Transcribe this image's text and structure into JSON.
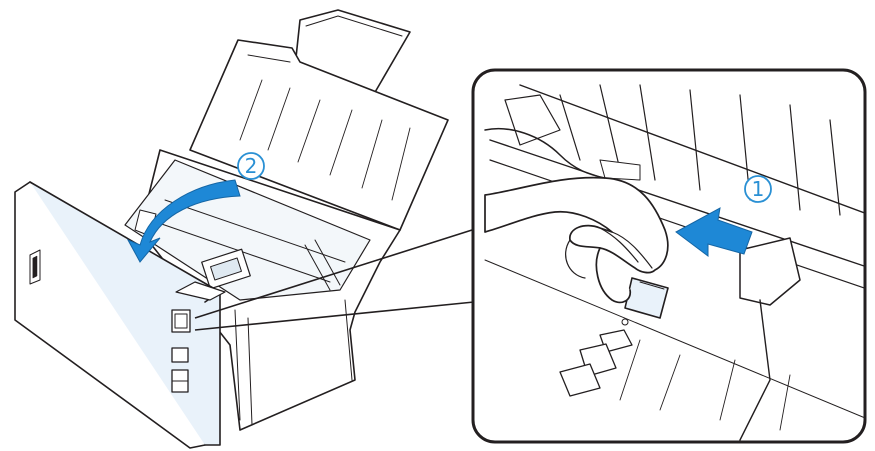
{
  "figure": {
    "steps": [
      {
        "number": "2",
        "glyph": "②",
        "action": "close-cover-arrow"
      },
      {
        "number": "1",
        "glyph": "①",
        "action": "push-tab-arrow"
      }
    ],
    "colors": {
      "arrow": "#1e88d6",
      "arrow_light": "#6db9ec",
      "step_circle": "#2a90d4",
      "outline": "#231f20",
      "device_fill": "#ffffff",
      "device_shade": "#eef6fc",
      "callout_frame": "#231f20"
    },
    "icons": [
      "scanner-icon",
      "hand-icon",
      "curved-arrow-icon",
      "straight-arrow-icon"
    ]
  }
}
